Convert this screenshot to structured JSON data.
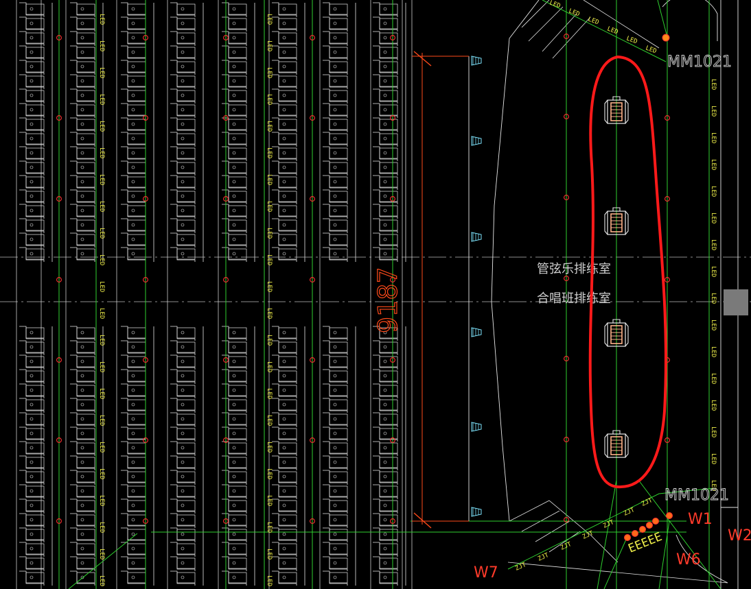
{
  "canvas": {
    "background": "#000000"
  },
  "colors": {
    "wire": "#2fd12f",
    "fixture": "#e8e8e8",
    "led_label": "#f2f24a",
    "node": "#ff3030",
    "dimension": "#ff4a1a",
    "highlight": "#ff1a1a",
    "room_text": "#cfcfcf",
    "door_tag": "#d9d9d9",
    "spotlight": "#7fe6ff",
    "stage_light": "#ffb38a",
    "grey_marker": "#7a7a7a"
  },
  "labels": {
    "led": "LED",
    "wire_code": "ZJT",
    "dimension": "9187",
    "emergency_label": "EEEEE",
    "room_name_1": "管弦乐排练室",
    "room_name_2": "合唱班排练室",
    "door_tag_top": "MM1021",
    "door_tag_bottom": "MM1021",
    "window_w1": "W1",
    "window_w2": "W2",
    "window_w6": "W6",
    "window_w7": "W7"
  },
  "annotation": {
    "shape": "ellipse",
    "color": "#ff1a1a",
    "encloses": "stage spotlights"
  },
  "icons": {
    "seat": "seat-block-icon",
    "spotlight": "spotlight-icon",
    "stage_light": "stage-light-icon",
    "junction": "junction-node-icon"
  }
}
